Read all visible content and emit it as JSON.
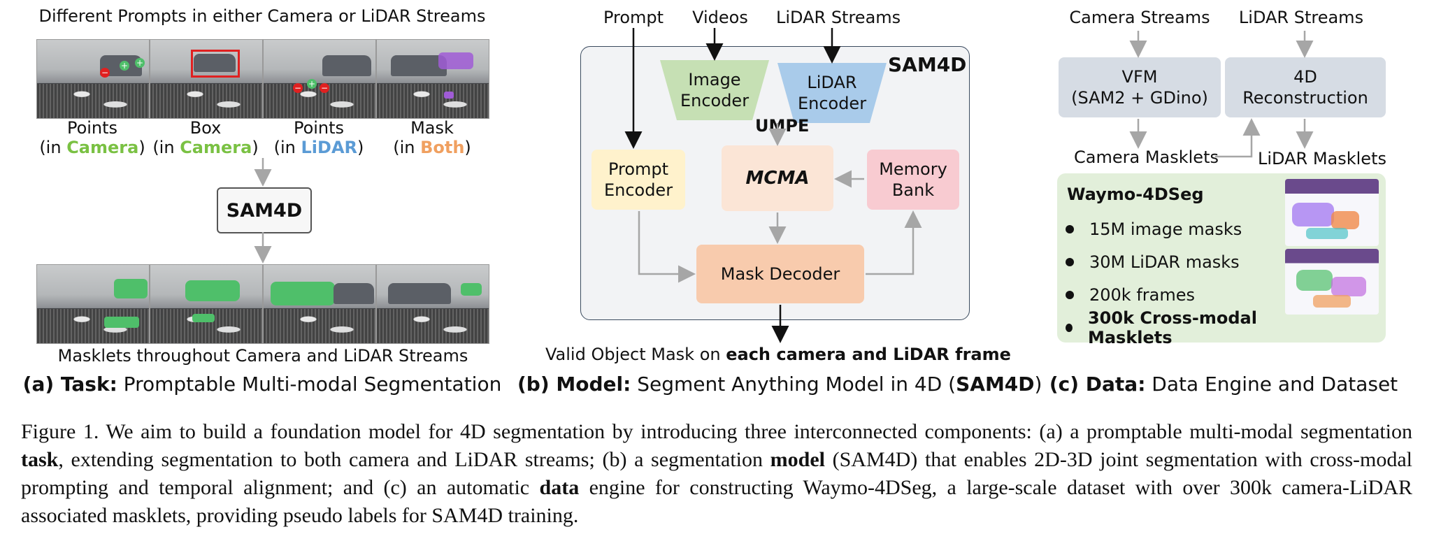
{
  "task": {
    "top_title": "Different Prompts in either Camera or LiDAR Streams",
    "prompts": [
      {
        "line1": "Points",
        "paren_open": "(in ",
        "modality": "Camera",
        "paren_close": ")"
      },
      {
        "line1": "Box",
        "paren_open": "(in ",
        "modality": "Camera",
        "paren_close": ")"
      },
      {
        "line1": "Points",
        "paren_open": "(in ",
        "modality": "LiDAR",
        "paren_close": ")"
      },
      {
        "line1": "Mask",
        "paren_open": "(in ",
        "modality": "Both",
        "paren_close": ")"
      }
    ],
    "model_box": "SAM4D",
    "bottom_title": "Masklets throughout Camera and LiDAR Streams",
    "label_bold": "(a) Task:",
    "label_rest": " Promptable Multi-modal Segmentation"
  },
  "model": {
    "inputs": [
      "Prompt",
      "Videos",
      "LiDAR Streams"
    ],
    "panel_title": "SAM4D",
    "image_encoder": "Image\nEncoder",
    "lidar_encoder": "LiDAR\nEncoder",
    "umpe": "UMPE",
    "prompt_encoder": "Prompt\nEncoder",
    "mcma": "MCMA",
    "memory_bank": "Memory\nBank",
    "mask_decoder": "Mask Decoder",
    "output_plain": "Valid Object Mask on ",
    "output_bold": "each camera and LiDAR frame",
    "label_bold": "(b) Model:",
    "label_rest": " Segment Anything Model in 4D (",
    "label_bold2": "SAM4D",
    "label_end": ")"
  },
  "data": {
    "inputs": [
      "Camera Streams",
      "LiDAR Streams"
    ],
    "vfm": "VFM\n(SAM2 + GDino)",
    "recon": "4D\nReconstruction",
    "camera_masklets": "Camera Masklets",
    "lidar_masklets": "LiDAR Masklets",
    "dataset_title": "Waymo-4DSeg",
    "bullets": [
      "15M image masks",
      "30M LiDAR masks",
      "200k frames",
      "300k Cross-modal Masklets"
    ],
    "label_bold": "(c) Data:",
    "label_rest": " Data Engine and Dataset"
  },
  "caption": {
    "p1": "Figure 1.  We aim to build a foundation model for 4D segmentation by introducing three interconnected components: (a) a promptable multi-modal segmentation ",
    "b1": "task",
    "p2": ", extending segmentation to both camera and LiDAR streams; (b) a segmentation ",
    "b2": "model",
    "p3": " (SAM4D) that enables 2D-3D joint segmentation with cross-modal prompting and temporal alignment; and (c) an automatic ",
    "b3": "data",
    "p4": " engine for constructing Waymo-4DSeg, a large-scale dataset with over 300k camera-LiDAR associated masklets, providing pseudo labels for SAM4D training."
  },
  "colors": {
    "green": "#7ac143",
    "blue": "#5b9bd5",
    "orange": "#f0a060",
    "encoder_green": "#c6e0b4",
    "encoder_blue": "#a9cbea",
    "prompt_yellow": "#fff2cc",
    "mcma_peach": "#fbe5d6",
    "memory_pink": "#f8cbd1",
    "decoder_orange": "#f8cbad",
    "gray_box": "#d6dce4",
    "dataset_green": "#e2efda",
    "mask_green": "#4fbf6a",
    "mask_purple": "#a05cd6",
    "box_red": "#e02020"
  }
}
